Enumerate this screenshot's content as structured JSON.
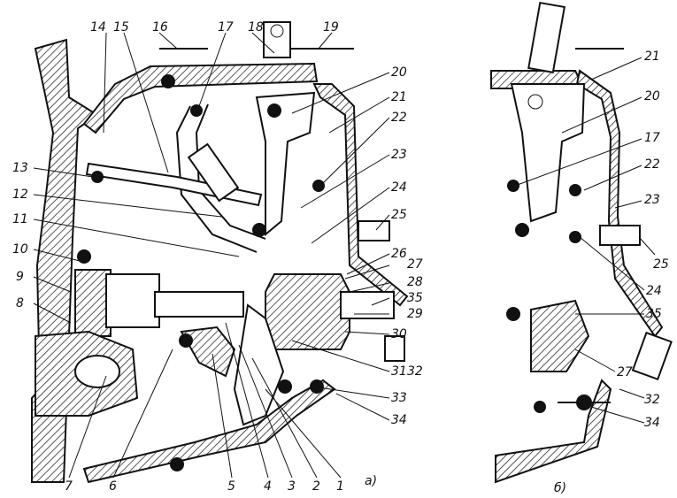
{
  "figure": {
    "views": [
      {
        "id": "a",
        "caption": "а)",
        "callouts": [
          "1",
          "2",
          "3",
          "4",
          "5",
          "6",
          "7",
          "8",
          "9",
          "10",
          "11",
          "12",
          "13",
          "14",
          "15",
          "16",
          "17",
          "18",
          "19",
          "20",
          "21",
          "22",
          "23",
          "24",
          "25",
          "26",
          "27",
          "28",
          "29",
          "30",
          "31",
          "32",
          "33",
          "34",
          "35"
        ]
      },
      {
        "id": "b",
        "caption": "б)",
        "callouts": [
          "17",
          "20",
          "21",
          "22",
          "23",
          "24",
          "25",
          "27",
          "32",
          "34",
          "35"
        ]
      }
    ],
    "colors": {
      "ink": "#111111",
      "paper": "#ffffff",
      "hatch": "#111111"
    }
  }
}
